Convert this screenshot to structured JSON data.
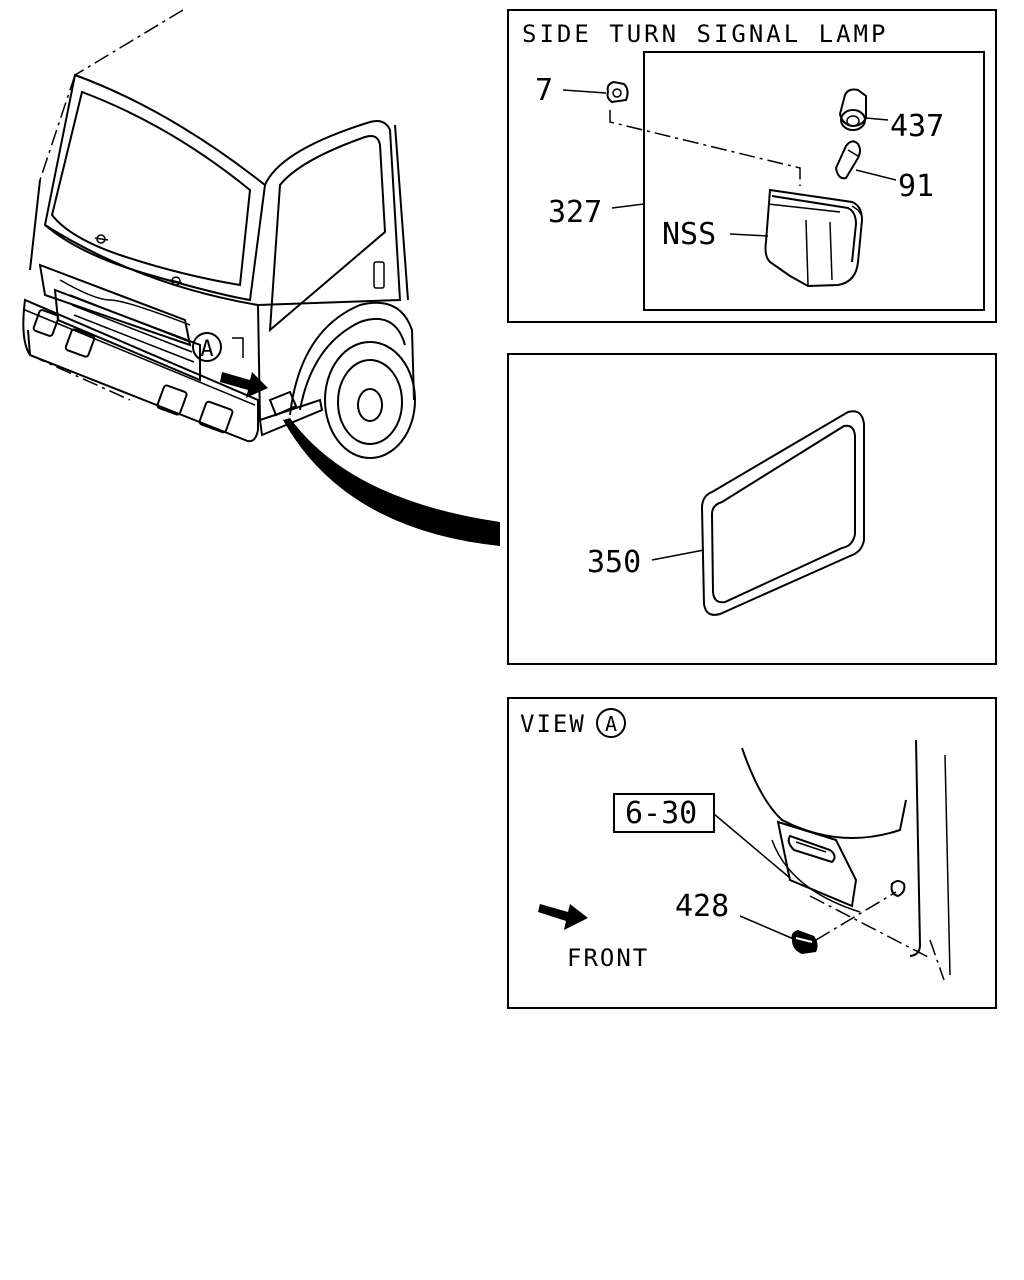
{
  "title": "SIDE TURN SIGNAL LAMP",
  "view_label": "VIEW",
  "view_marker": "A",
  "truck_marker": "A",
  "front_label": "FRONT",
  "callouts": {
    "p7": "7",
    "p437": "437",
    "p91": "91",
    "p327": "327",
    "nss": "NSS",
    "p350": "350",
    "p6_30": "6-30",
    "p428": "428"
  },
  "icons": [
    "truck-cab-illustration",
    "direction-arrow-icon",
    "lamp-assembly",
    "bulb",
    "socket",
    "clip",
    "lens-gasket",
    "grommet"
  ]
}
